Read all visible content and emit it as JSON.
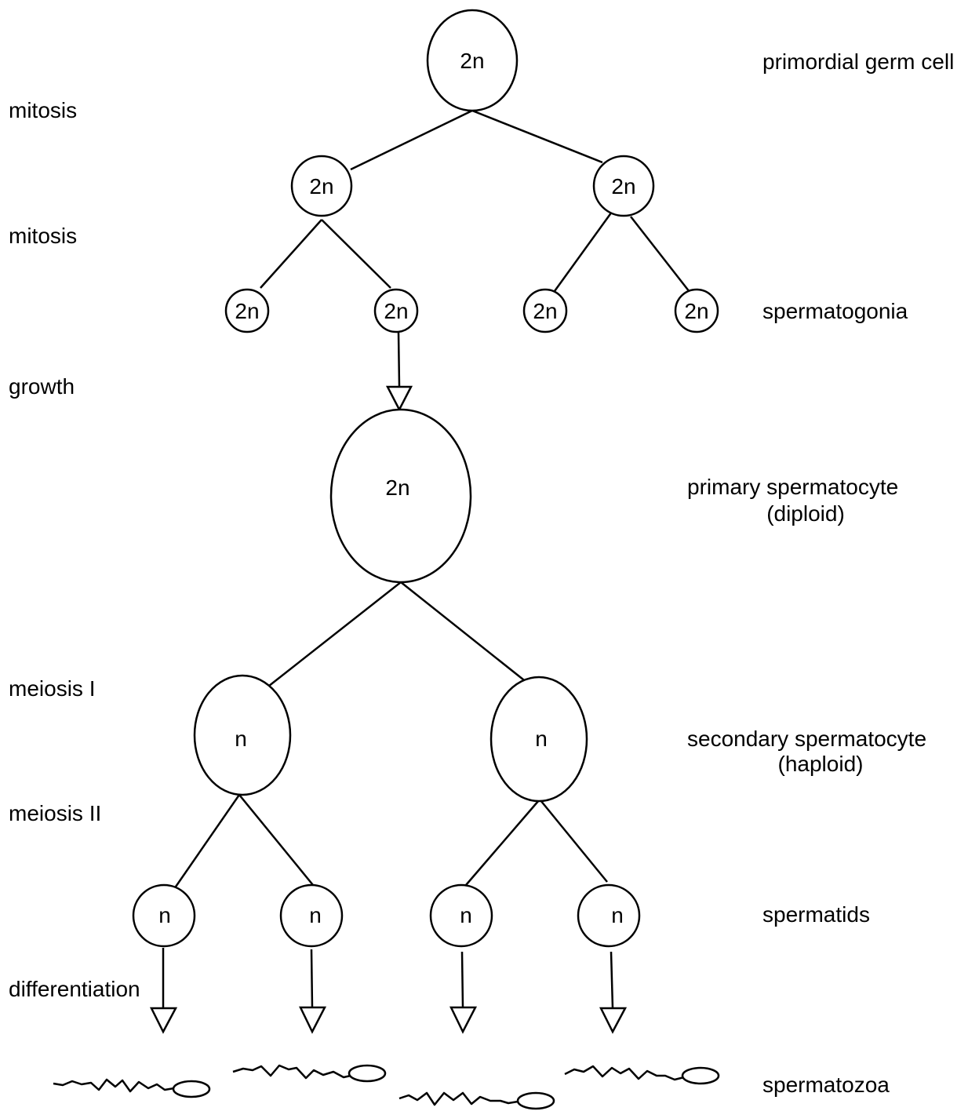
{
  "process_labels": {
    "mitosis_1": "mitosis",
    "mitosis_2": "mitosis",
    "growth": "growth",
    "meiosis_1": "meiosis I",
    "meiosis_2": "meiosis II",
    "differentiation": "differentiation"
  },
  "stage_labels": {
    "primordial_germ_cell": "primordial germ cell",
    "spermatogonia": "spermatogonia",
    "primary_spermatocyte": "primary spermatocyte",
    "primary_spermatocyte_note": "(diploid)",
    "secondary_spermatocyte": "secondary spermatocyte",
    "secondary_spermatocyte_note": "(haploid)",
    "spermatids": "spermatids",
    "spermatozoa": "spermatozoa"
  },
  "cells": {
    "primordial": "2n",
    "mitosis_daughter_left": "2n",
    "mitosis_daughter_right": "2n",
    "spermatogonia": [
      "2n",
      "2n",
      "2n",
      "2n"
    ],
    "primary_spermatocyte": "2n",
    "secondary_spermatocytes": [
      "n",
      "n"
    ],
    "spermatids": [
      "n",
      "n",
      "n",
      "n"
    ]
  }
}
